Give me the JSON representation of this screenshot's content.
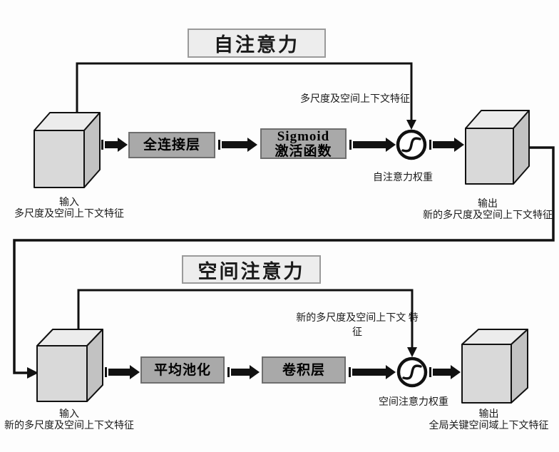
{
  "colors": {
    "background": "#fdfdfd",
    "line": "#111111",
    "title_box_fill": "#ededed",
    "title_box_border": "#9a9a9a",
    "process_box_fill": "#a9a9a9",
    "process_box_border": "#6e6e6e",
    "cube_front": "#d9d9d9",
    "cube_top": "#ececec",
    "cube_side": "#c2c2c2"
  },
  "self_attention": {
    "title": "自注意力",
    "input_label": "输入",
    "input_sublabel": "多尺度及空间上下文特征",
    "fc_box": "全连接层",
    "sigmoid_box_line1": "Sigmoid",
    "sigmoid_box_line2": "激活函数",
    "skip_label": "多尺度及空间上下文特征",
    "weight_label": "自注意力权重",
    "output_label": "输出",
    "output_sublabel": "新的多尺度及空间上下文特征"
  },
  "spatial_attention": {
    "title": "空间注意力",
    "input_label": "输入",
    "input_sublabel": "新的多尺度及空间上下文特征",
    "pool_box": "平均池化",
    "conv_box": "卷积层",
    "skip_label_line1": "新的多尺度及空间上下文",
    "skip_label_line2": "特征",
    "weight_label": "空间注意力权重",
    "output_label": "输出",
    "output_sublabel": "全局关键空间域上下文特征"
  }
}
